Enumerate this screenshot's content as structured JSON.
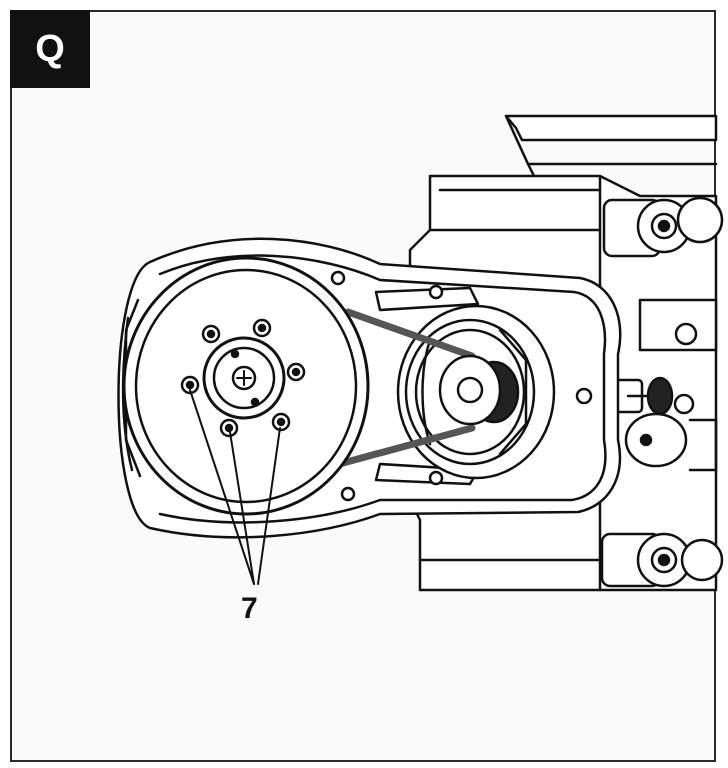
{
  "step": {
    "label": "Q"
  },
  "callout": {
    "number": "7",
    "target_count": 3
  },
  "colors": {
    "ink": "#111111",
    "paper": "#fafafa",
    "belt": "#555555"
  },
  "icons": {
    "step_badge": "step-label-badge",
    "bolt": "hex-bolt-icon"
  }
}
